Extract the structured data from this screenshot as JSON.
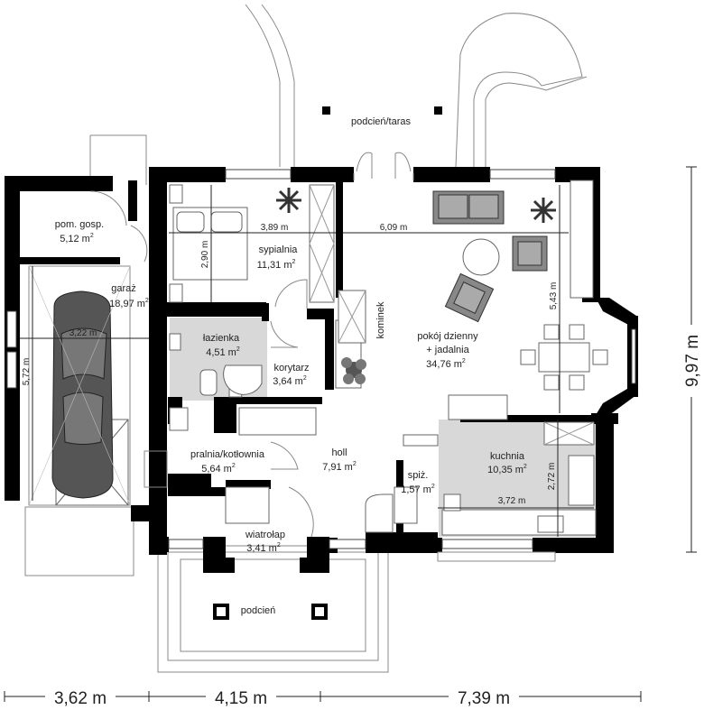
{
  "rooms": {
    "pom_gosp": {
      "name": "pom. gosp.",
      "area": "5,12 m",
      "sup": "2"
    },
    "sypialnia": {
      "name": "sypialnia",
      "area": "11,31 m",
      "sup": "2"
    },
    "garaz": {
      "name": "garaż",
      "area": "18,97 m",
      "sup": "2"
    },
    "lazienka": {
      "name": "łazienka",
      "area": "4,51 m",
      "sup": "2"
    },
    "korytarz": {
      "name": "korytarz",
      "area": "3,64 m",
      "sup": "2"
    },
    "pokoj": {
      "name": "pokój dzienny",
      "name2": "+ jadalnia",
      "area": "34,76 m",
      "sup": "2"
    },
    "pralnia": {
      "name": "pralnia/kotłownia",
      "area": "5,64 m",
      "sup": "2"
    },
    "holl": {
      "name": "holl",
      "area": "7,91 m",
      "sup": "2"
    },
    "kuchnia": {
      "name": "kuchnia",
      "area": "10,35 m",
      "sup": "2"
    },
    "spiz": {
      "name": "spiż.",
      "area": "1,57 m",
      "sup": "2"
    },
    "wiatrolap": {
      "name": "wiatrołap",
      "area": "3,41 m",
      "sup": "2"
    }
  },
  "labels": {
    "podcien_taras": "podcień/taras",
    "podcien": "podcień",
    "kominek": "kominek"
  },
  "dims": {
    "d_389": "3,89 m",
    "d_609": "6,09 m",
    "d_290": "2,90 m",
    "d_543": "5,43 m",
    "d_322": "3,22 m",
    "d_572": "5,72 m",
    "d_272": "2,72 m",
    "d_372": "3,72 m"
  },
  "outer_dims": {
    "w1": "3,62 m",
    "w2": "4,15 m",
    "w3": "7,39 m",
    "h": "9,97 m"
  }
}
